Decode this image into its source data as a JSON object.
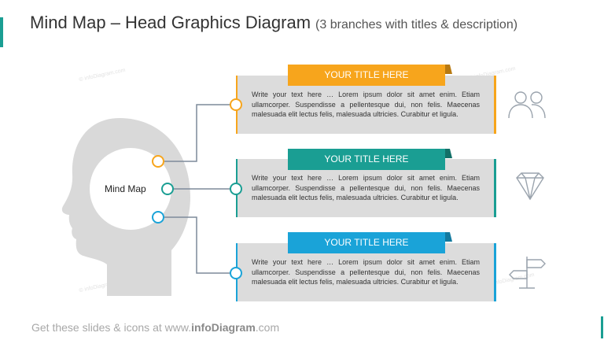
{
  "header": {
    "title": "Mind Map – Head Graphics Diagram",
    "subtitle": "(3 branches with titles & description)"
  },
  "center": {
    "label": "Mind Map"
  },
  "branches": [
    {
      "title": "YOUR TITLE HERE",
      "color": "#f7a51c",
      "icon": "people-icon",
      "text": "Write your text here … Lorem ipsum dolor sit amet enim. Etiam ullamcorper. Suspendisse a pellentesque dui, non felis. Maecenas malesuada elit lectus felis, malesuada ultricies. Curabitur et ligula."
    },
    {
      "title": "YOUR TITLE HERE",
      "color": "#1a9e93",
      "icon": "diamond-icon",
      "text": "Write your text here … Lorem ipsum dolor sit amet enim. Etiam ullamcorper. Suspendisse a pellentesque dui, non felis. Maecenas malesuada elit lectus felis, malesuada ultricies. Curabitur et ligula."
    },
    {
      "title": "YOUR TITLE HERE",
      "color": "#1aa3d8",
      "icon": "signpost-icon",
      "text": "Write your text here … Lorem ipsum dolor sit amet enim. Etiam ullamcorper. Suspendisse a pellentesque dui, non felis. Maecenas malesuada elit lectus felis, malesuada ultricies. Curabitur et ligula."
    }
  ],
  "footer": {
    "prefix": "Get these slides & icons at www.",
    "brand": "infoDiagram",
    "suffix": ".com"
  },
  "watermark": "© infoDiagram.com"
}
